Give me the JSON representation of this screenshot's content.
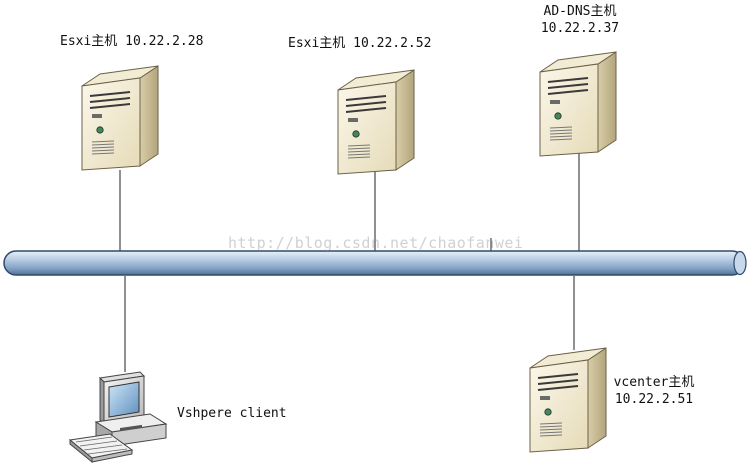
{
  "nodes": {
    "esxi1": {
      "title": "Esxi主机 10.22.2.28",
      "icon": "server-tower-icon"
    },
    "esxi2": {
      "title": "Esxi主机 10.22.2.52",
      "icon": "server-tower-icon"
    },
    "addns": {
      "title": "AD-DNS主机",
      "ip": "10.22.2.37",
      "icon": "server-tower-icon"
    },
    "vcenter": {
      "title": "vcenter主机",
      "ip": "10.22.2.51",
      "icon": "server-tower-icon"
    },
    "client": {
      "title": "Vshpere client",
      "icon": "desktop-computer-icon"
    }
  },
  "network": {
    "bus": "network-bus-pipe",
    "bus_color": "#9db8d6",
    "server_color": "#efe7cc"
  },
  "watermark": "http://blog.csdn.net/chaofanwei"
}
